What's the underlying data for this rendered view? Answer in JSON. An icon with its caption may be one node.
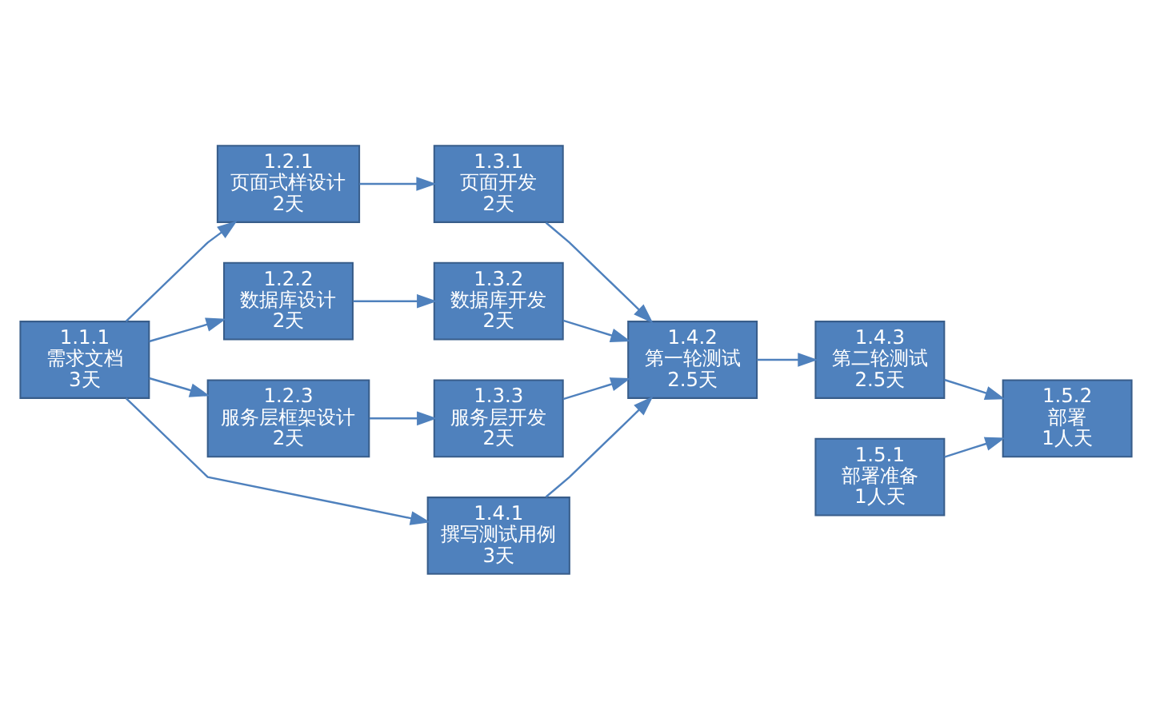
{
  "diagram": {
    "nodes": [
      {
        "text": [
          "1.1.1",
          "需求文档",
          "3天"
        ]
      },
      {
        "text": [
          "1.2.1",
          "页面式样设计",
          "2天"
        ]
      },
      {
        "text": [
          "1.2.2",
          "数据库设计",
          "2天"
        ]
      },
      {
        "text": [
          "1.2.3",
          "服务层框架设计",
          "2天"
        ]
      },
      {
        "text": [
          "1.4.1",
          "撰写测试用例",
          "3天"
        ]
      },
      {
        "text": [
          "1.3.1",
          "页面开发",
          "2天"
        ]
      },
      {
        "text": [
          "1.3.2",
          "数据库开发",
          "2天"
        ]
      },
      {
        "text": [
          "1.3.3",
          "服务层开发",
          "2天"
        ]
      },
      {
        "text": [
          "1.4.2",
          "第一轮测试",
          "2.5天"
        ]
      },
      {
        "text": [
          "1.4.3",
          "第二轮测试",
          "2.5天"
        ]
      },
      {
        "text": [
          "1.5.2",
          "部署",
          "1人天"
        ]
      },
      {
        "text": [
          "1.5.1",
          "部署准备",
          "1人天"
        ]
      }
    ],
    "edges": [
      {
        "from": 0,
        "to": 1,
        "arrow": "to"
      },
      {
        "from": 0,
        "to": 2,
        "arrow": "to"
      },
      {
        "from": 0,
        "to": 3,
        "arrow": "to"
      },
      {
        "from": 0,
        "to": 4,
        "arrow": "to"
      },
      {
        "from": 1,
        "to": 5,
        "arrow": "to"
      },
      {
        "from": 2,
        "to": 6,
        "arrow": "to"
      },
      {
        "from": 3,
        "to": 7,
        "arrow": "to"
      },
      {
        "from": 5,
        "to": 8,
        "arrow": "to"
      },
      {
        "from": 6,
        "to": 8,
        "arrow": "to"
      },
      {
        "from": 7,
        "to": 8,
        "arrow": "to"
      },
      {
        "from": 4,
        "to": 8,
        "arrow": "to"
      },
      {
        "from": 8,
        "to": 9,
        "arrow": "to"
      },
      {
        "from": 9,
        "to": 10,
        "arrow": "to"
      },
      {
        "from": 11,
        "to": 10,
        "arrow": "to"
      }
    ]
  }
}
